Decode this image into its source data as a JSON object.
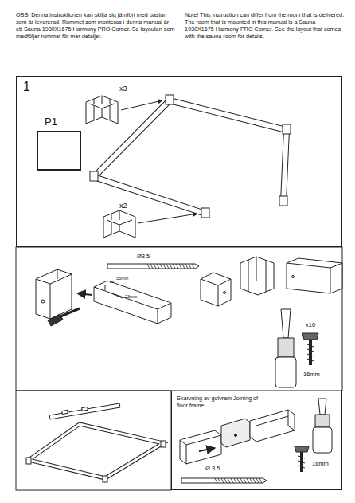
{
  "diagram": {
    "nodes": [
      {
        "text": [
          "1"
        ]
      },
      {
        "text": [
          "P1"
        ],
        "in": 0
      },
      {
        "text": [
          "Skarvning av golvram Joining of floor frame"
        ]
      }
    ],
    "labels": [
      "OBS! Denna instruktionen kan skilja sig jämfört med bastun som är levererad. Rummet som monteras i denna manual är ett Sauna 1930X1675 Harmony PRO Corner. Se layouten som medföljer rummet för mer detaljer.",
      "Note! This instruction can differ from the room that is delivered. The room that is mounted in this manual is a Sauna 1930X1675 Harmony PRO Corner. See the layout that comes with the sauna room for details.",
      "x3",
      "x2",
      "Ø3.5",
      "55mm",
      "23mm",
      "x10",
      "16mm",
      "Ø 3.5",
      "16mm"
    ]
  }
}
